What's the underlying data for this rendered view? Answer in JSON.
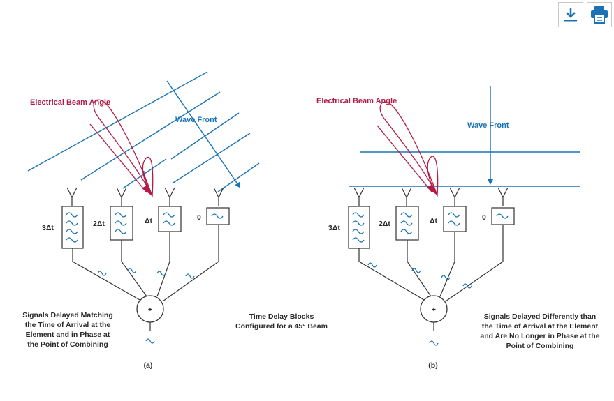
{
  "toolbar": {
    "download_icon": "download-icon",
    "print_icon": "printer-icon",
    "accent": "#1a73b5"
  },
  "colors": {
    "wave": "#1a73b5",
    "beam": "#b31b45",
    "line": "#333333"
  },
  "panel_a": {
    "beam_label": "Electrical Beam Angle",
    "wave_label": "Wave Front",
    "delay_labels": [
      "3Δt",
      "2Δt",
      "Δt",
      "0"
    ],
    "combiner_symbol": "+",
    "caption": [
      "Signals Delayed Matching",
      "the Time of Arrival at the",
      "Element and in Phase at",
      "the Point of Combining"
    ],
    "sub_label": "(a)"
  },
  "center_note": [
    "Time Delay Blocks",
    "Configured for a 45° Beam"
  ],
  "panel_b": {
    "beam_label": "Electrical Beam Angle",
    "wave_label": "Wave Front",
    "delay_labels": [
      "3Δt",
      "2Δt",
      "Δt",
      "0"
    ],
    "combiner_symbol": "+",
    "caption": [
      "Signals Delayed Differently than",
      "the Time of Arrival at the Element",
      "and Are No Longer in Phase at the",
      "Point of Combining"
    ],
    "sub_label": "(b)"
  }
}
